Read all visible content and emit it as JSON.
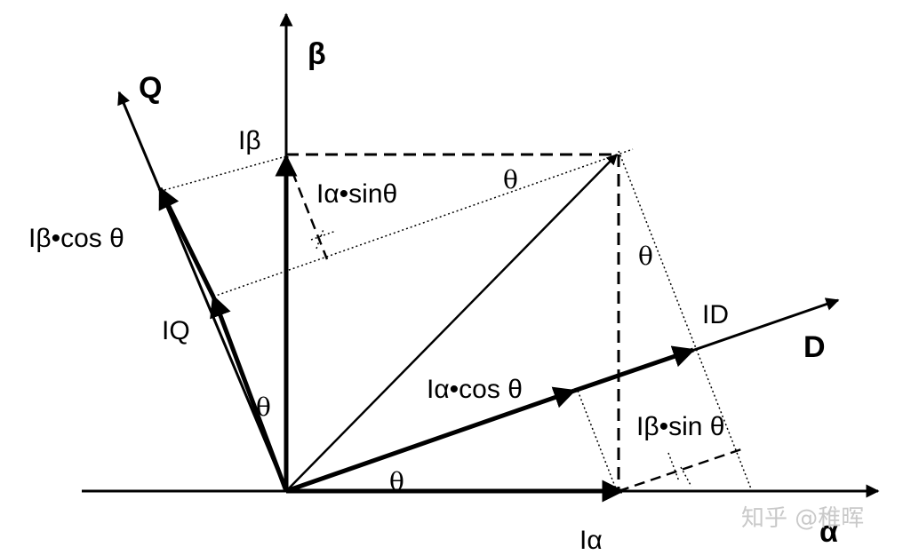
{
  "axes": {
    "alpha": "α",
    "beta": "β",
    "d": "D",
    "q": "Q"
  },
  "vectors": {
    "i_alpha": "Iα",
    "i_beta": "Iβ",
    "i_d": "ID",
    "i_q": "IQ"
  },
  "components": {
    "i_alpha_sin": "Iα•sinθ",
    "i_alpha_cos": "Iα•cos θ",
    "i_beta_cos": "Iβ•cos θ",
    "i_beta_sin": "Iβ•sin θ"
  },
  "angles": {
    "theta": "θ"
  },
  "watermark": "知乎 @稚晖"
}
